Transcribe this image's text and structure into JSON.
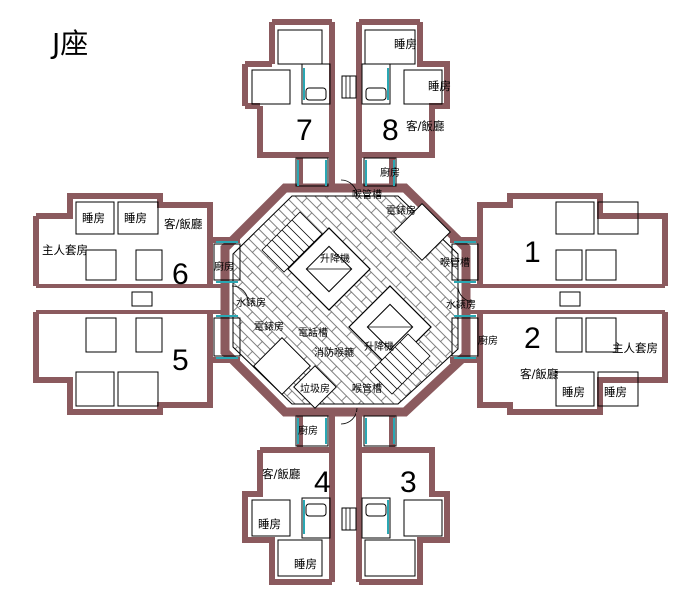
{
  "title": "J座",
  "colors": {
    "wall": "#8b5a5e",
    "line": "#000000",
    "window": "#2aa7b3",
    "background": "#ffffff"
  },
  "units": [
    "1",
    "2",
    "3",
    "4",
    "5",
    "6",
    "7",
    "8"
  ],
  "rooms": {
    "bedroom": "睡房",
    "master_bedroom": "主人套房",
    "living_dining": "客/飯廳",
    "kitchen": "廚房",
    "elevator": "升降機",
    "electrical_room": "電錶房",
    "water_meter_room": "水錶房",
    "pipe_duct": "喉管槽",
    "telephone_duct": "電話槽",
    "fire_hose_duct": "消防喉轆",
    "refuse_room": "垃圾房"
  }
}
